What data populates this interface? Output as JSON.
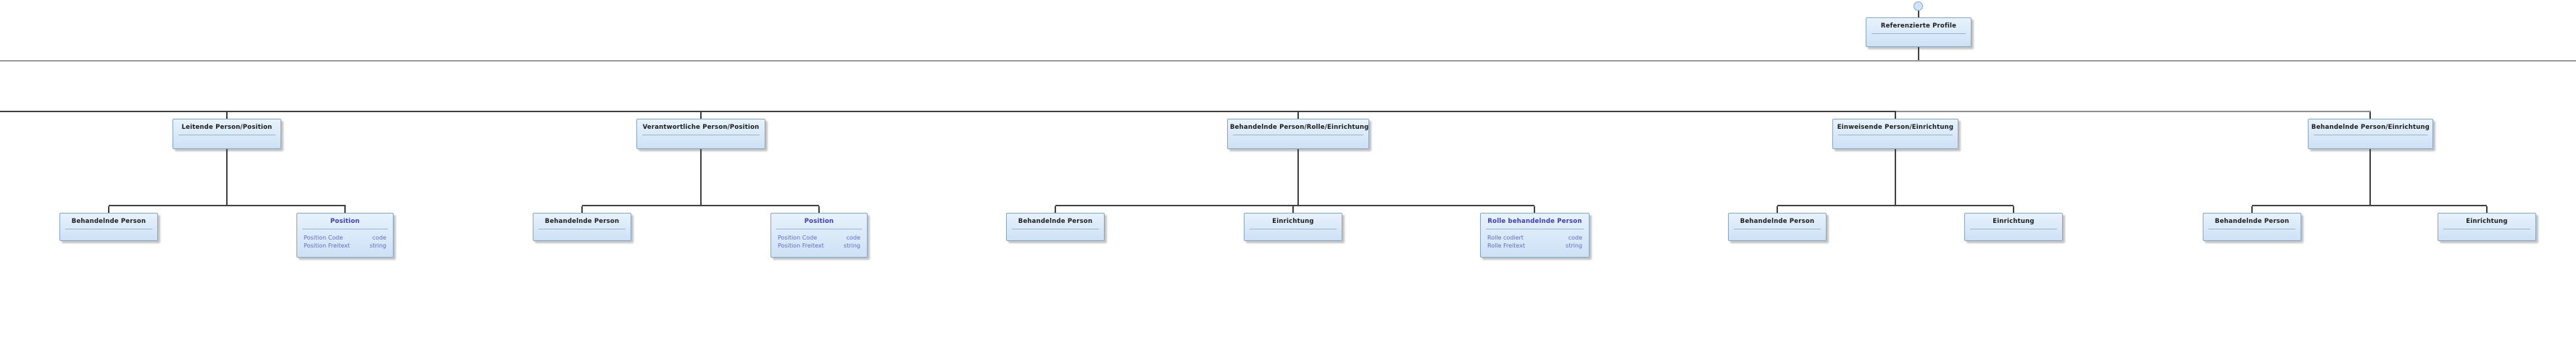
{
  "root": {
    "label": "Referenzierte Profile"
  },
  "subtrees": [
    {
      "label": "Leitende Person/Position",
      "children": [
        {
          "label": "Behandelnde Person",
          "attributes": []
        },
        {
          "label": "Position",
          "attributes": [
            {
              "name": "Position Code",
              "type": "code"
            },
            {
              "name": "Position Freitext",
              "type": "string"
            }
          ]
        }
      ]
    },
    {
      "label": "Verantwortliche Person/Position",
      "children": [
        {
          "label": "Behandelnde Person",
          "attributes": []
        },
        {
          "label": "Position",
          "attributes": [
            {
              "name": "Position Code",
              "type": "code"
            },
            {
              "name": "Position Freitext",
              "type": "string"
            }
          ]
        }
      ]
    },
    {
      "label": "Behandelnde Person/Rolle/Einrichtung",
      "children": [
        {
          "label": "Behandelnde Person",
          "attributes": []
        },
        {
          "label": "Einrichtung",
          "attributes": []
        },
        {
          "label": "Rolle behandelnde Person",
          "attributes": [
            {
              "name": "Rolle codiert",
              "type": "code"
            },
            {
              "name": "Rolle Freitext",
              "type": "string"
            }
          ]
        }
      ]
    },
    {
      "label": "Einweisende Person/Einrichtung",
      "children": [
        {
          "label": "Behandelnde Person",
          "attributes": []
        },
        {
          "label": "Einrichtung",
          "attributes": []
        }
      ]
    },
    {
      "label": "Behandelnde Person/Einrichtung",
      "children": [
        {
          "label": "Behandelnde Person",
          "attributes": []
        },
        {
          "label": "Einrichtung",
          "attributes": []
        }
      ]
    }
  ],
  "colors": {
    "fillTop": "#e7f2fc",
    "fillBottom": "#cde1f5",
    "nodeBorder": "#88a6c4",
    "titleDark": "#1c1c1c",
    "titleBlue": "#3c3cb4",
    "sepColor": "#9eb6cd",
    "attrText": "#6868c6",
    "connector": "#414141",
    "trunkLight": "#8e8e8e",
    "pageRule": "#9c9c9c"
  }
}
